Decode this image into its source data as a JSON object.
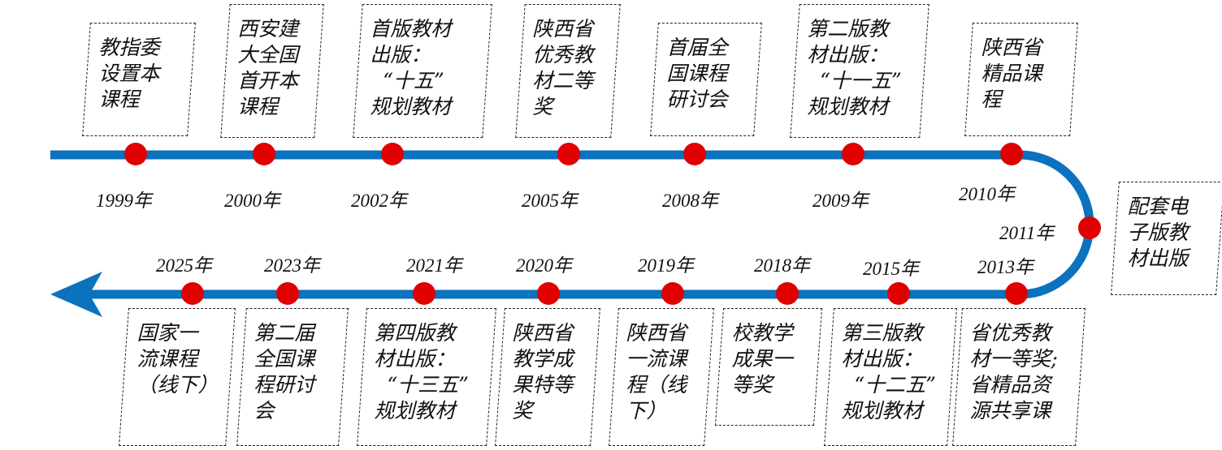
{
  "timeline": {
    "line_color": "#0B72BD",
    "dot_color": "#E00000",
    "events": [
      {
        "year": "1999年",
        "text": "教指委\n设置本\n课程"
      },
      {
        "year": "2000年",
        "text": "西安建\n大全国\n首开本\n课程"
      },
      {
        "year": "2002年",
        "text": "首版教材\n出版：\n  “十五”\n规划教材"
      },
      {
        "year": "2005年",
        "text": "陕西省\n优秀教\n材二等\n奖"
      },
      {
        "year": "2008年",
        "text": "首届全\n国课程\n研讨会"
      },
      {
        "year": "2009年",
        "text": "第二版教\n材出版：\n  “十一五”\n规划教材"
      },
      {
        "year": "2010年",
        "text": "陕西省\n精品课\n程"
      },
      {
        "year": "2011年",
        "text": "配套电\n子版教\n材出版"
      },
      {
        "year": "2013年",
        "text": "省优秀教\n材一等奖;\n省精品资\n源共享课"
      },
      {
        "year": "2015年",
        "text": "第三版教\n材出版：\n  “十二五”\n规划教材"
      },
      {
        "year": "2018年",
        "text": "校教学\n成果一\n等奖"
      },
      {
        "year": "2019年",
        "text": "陕西省\n一流课\n程（线\n下）"
      },
      {
        "year": "2020年",
        "text": "陕西省\n教学成\n果特等\n奖"
      },
      {
        "year": "2021年",
        "text": "第四版教\n材出版：\n  “十三五”\n规划教材"
      },
      {
        "year": "2023年",
        "text": "第二届\n全国课\n程研讨\n会"
      },
      {
        "year": "2025年",
        "text": "国家一\n流课程\n（线下）"
      }
    ]
  }
}
